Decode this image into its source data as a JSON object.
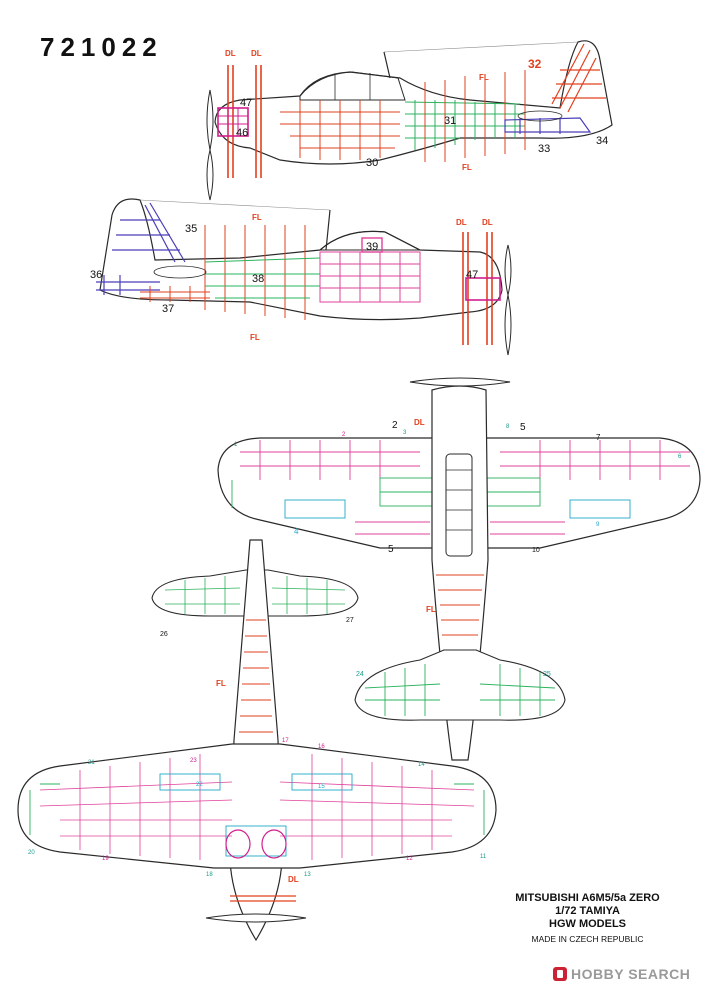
{
  "sheet": {
    "code": "721022",
    "title_lines": [
      "MITSUBISHI A6M5/5a ZERO",
      "1/72 TAMIYA",
      "HGW MODELS",
      "MADE IN CZECH REPUBLIC"
    ],
    "watermark": "HOBBY SEARCH"
  },
  "colors": {
    "outline": "#2a2a2a",
    "red": "#e2401f",
    "pink": "#e0409a",
    "magenta": "#d01e8c",
    "green": "#2bb35c",
    "blue": "#4a3fb8",
    "cyan": "#21a9c9",
    "teal_label": "#1a9a8a"
  },
  "side_top": {
    "marks": [
      "DL",
      "DL",
      "FL",
      "FL"
    ],
    "numbers": [
      "32",
      "47",
      "46",
      "31",
      "30",
      "33",
      "34"
    ]
  },
  "side_bottom": {
    "marks": [
      "FL",
      "DL",
      "DL",
      "FL"
    ],
    "numbers": [
      "35",
      "39",
      "36",
      "38",
      "47",
      "37"
    ]
  },
  "plan_top": {
    "marks": [
      "DL",
      "FL"
    ],
    "numbers": [
      "2",
      "3",
      "5",
      "8",
      "1",
      "2",
      "7",
      "6",
      "4",
      "5",
      "10",
      "9",
      "24",
      "25"
    ]
  },
  "plan_bottom": {
    "marks": [
      "FL",
      "DL"
    ],
    "numbers": [
      "26",
      "27",
      "21",
      "17",
      "16",
      "23",
      "22",
      "15",
      "14",
      "20",
      "19",
      "12",
      "11",
      "18",
      "13"
    ]
  }
}
